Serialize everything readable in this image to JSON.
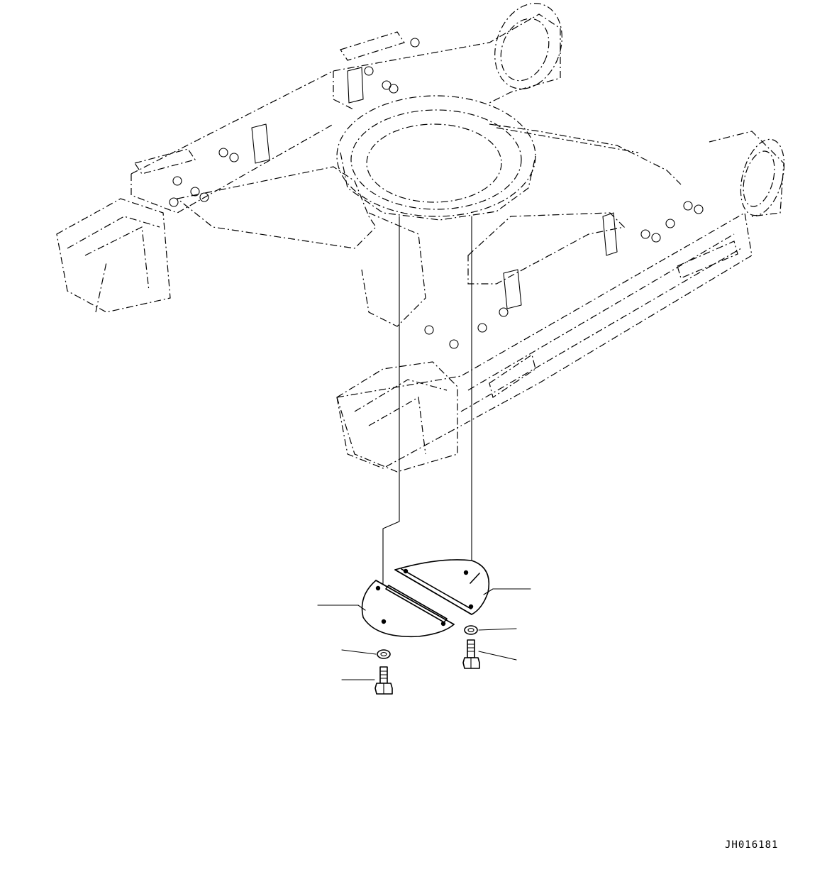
{
  "drawing": {
    "id": "JH016181"
  },
  "parts": [
    {
      "name": "undercover-left",
      "callout": ""
    },
    {
      "name": "undercover-right",
      "callout": ""
    },
    {
      "name": "washer-left",
      "callout": ""
    },
    {
      "name": "bolt-left",
      "callout": ""
    },
    {
      "name": "washer-right",
      "callout": ""
    },
    {
      "name": "bolt-right",
      "callout": ""
    }
  ]
}
